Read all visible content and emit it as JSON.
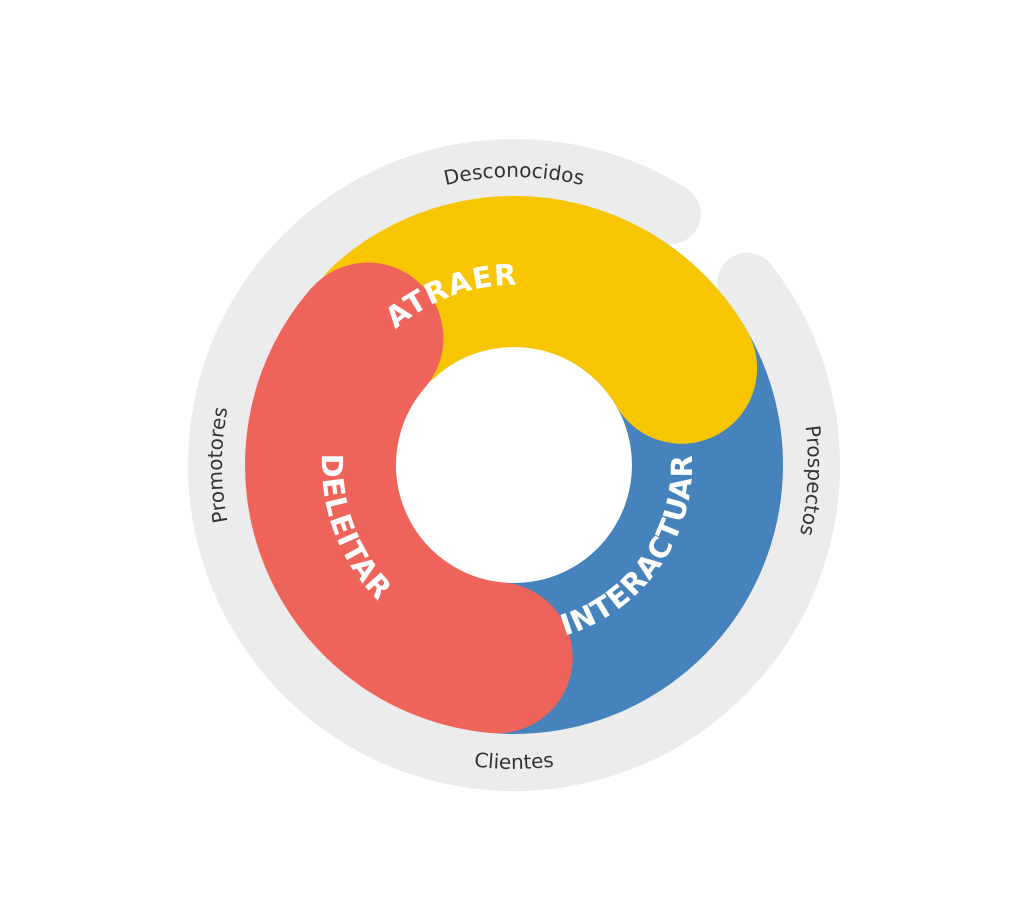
{
  "diagram": {
    "stages": [
      {
        "label": "ATRAER",
        "color": "#F7C600"
      },
      {
        "label": "INTERACTUAR",
        "color": "#4683BD"
      },
      {
        "label": "DELEITAR",
        "color": "#EF645A"
      }
    ],
    "outer_labels": {
      "top": "Desconocidos",
      "right": "Prospectos",
      "bottom": "Clientes",
      "left": "Promotores"
    },
    "ring_color": "#ECECEC"
  }
}
